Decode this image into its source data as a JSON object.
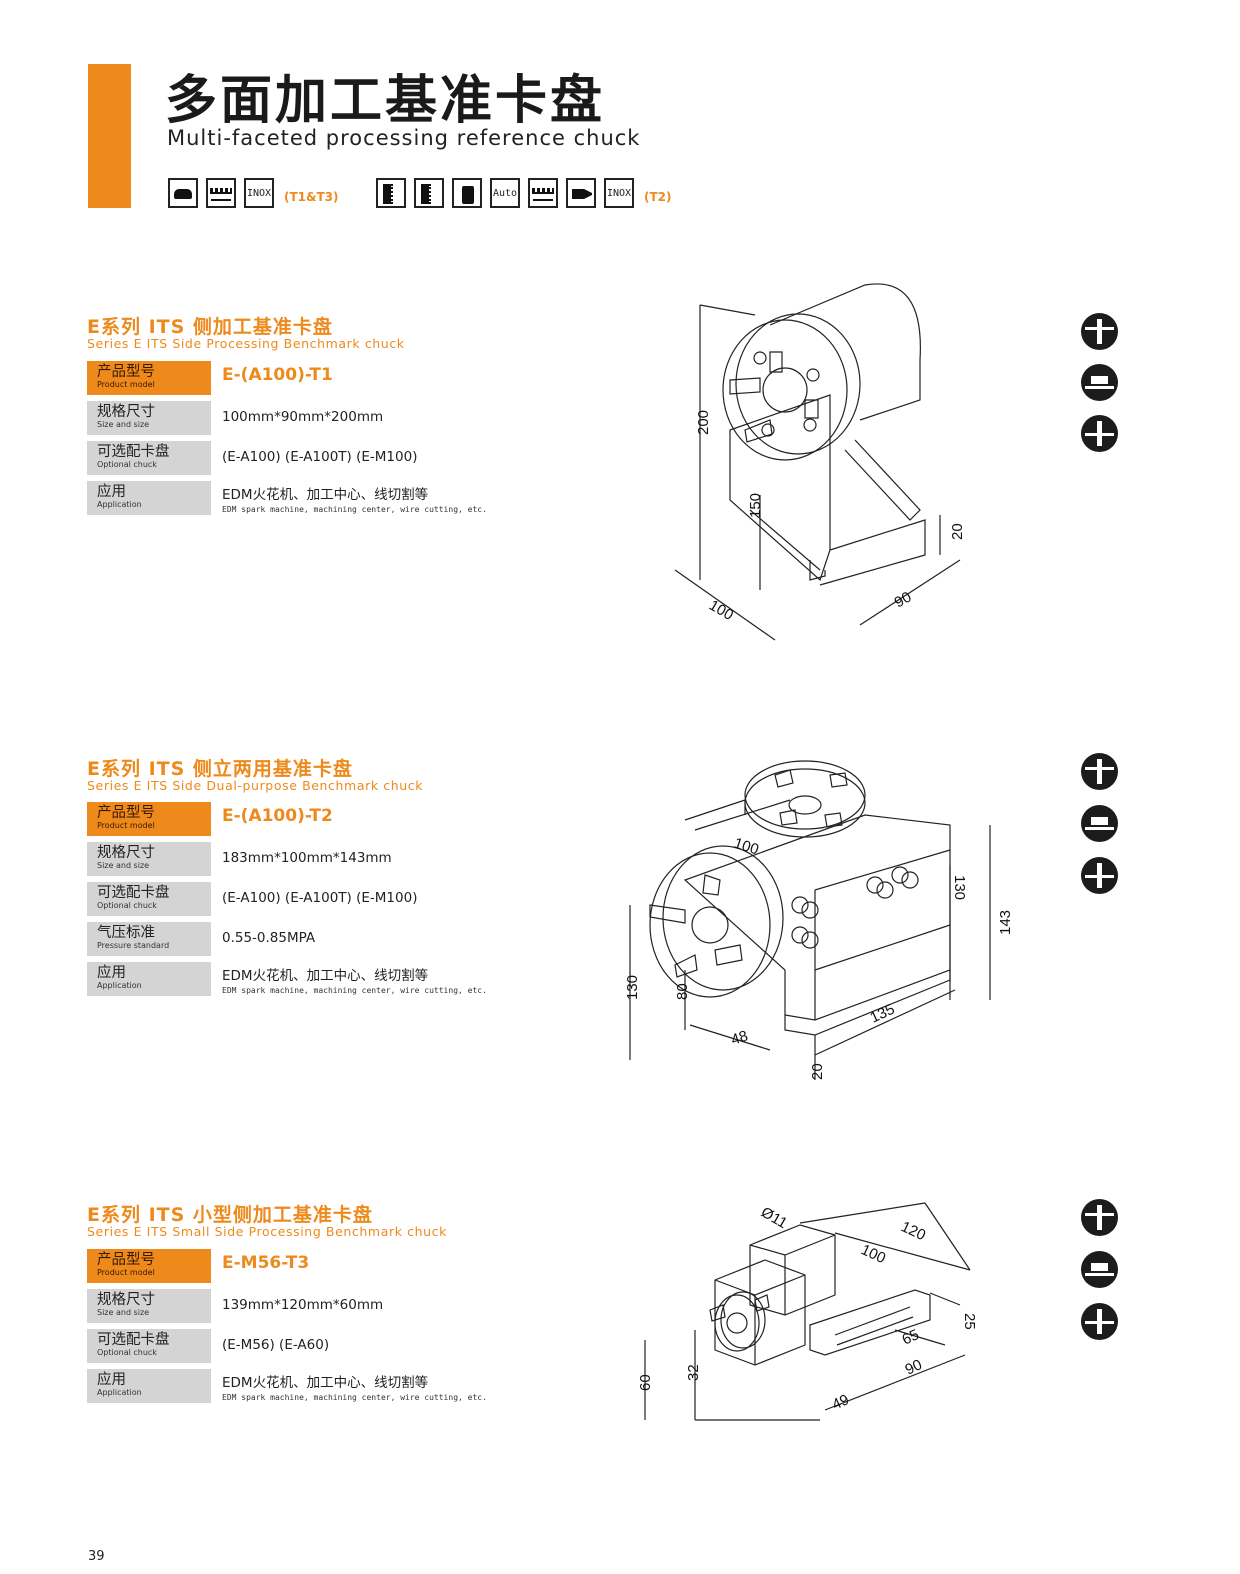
{
  "header": {
    "title_cn": "多面加工基准卡盘",
    "title_en": "Multi-faceted processing reference chuck"
  },
  "features": {
    "group1": [
      {
        "icon": "chuck-icon",
        "text": ""
      },
      {
        "icon": "workpiece-icon",
        "text": ""
      },
      {
        "icon": "inox-icon",
        "text": "INOX"
      }
    ],
    "group1_tag": "(T1&T3)",
    "group2": [
      {
        "icon": "pneumatic-icon",
        "text": ""
      },
      {
        "icon": "pneumatic-plate-icon",
        "text": ""
      },
      {
        "icon": "lock-icon",
        "text": ""
      },
      {
        "icon": "auto-icon",
        "text": "Auto"
      },
      {
        "icon": "workpiece-icon",
        "text": ""
      },
      {
        "icon": "clamp-icon",
        "text": ""
      },
      {
        "icon": "inox-icon",
        "text": "INOX"
      }
    ],
    "group2_tag": "(T2)"
  },
  "sections": [
    {
      "title_cn": "E系列 ITS 侧加工基准卡盘",
      "title_en": "Series E ITS Side Processing Benchmark chuck",
      "rows": [
        {
          "label_cn": "产品型号",
          "label_en": "Product model",
          "value": "E-(A100)-T1"
        },
        {
          "label_cn": "规格尺寸",
          "label_en": "Size and size",
          "value": "100mm*90mm*200mm"
        },
        {
          "label_cn": "可选配卡盘",
          "label_en": "Optional chuck",
          "value": "(E-A100) (E-A100T) (E-M100)"
        },
        {
          "label_cn": "应用",
          "label_en": "Application",
          "value": "EDM火花机、加工中心、线切割等",
          "value_sub": "EDM spark machine, machining center, wire cutting, etc."
        }
      ],
      "dims": {
        "height": "200",
        "base_height": "150",
        "base": "20",
        "length": "100",
        "width": "90"
      }
    },
    {
      "title_cn": "E系列 ITS 侧立两用基准卡盘",
      "title_en": "Series E ITS Side Dual-purpose Benchmark chuck",
      "rows": [
        {
          "label_cn": "产品型号",
          "label_en": "Product model",
          "value": "E-(A100)-T2"
        },
        {
          "label_cn": "规格尺寸",
          "label_en": "Size and size",
          "value": "183mm*100mm*143mm"
        },
        {
          "label_cn": "可选配卡盘",
          "label_en": "Optional chuck",
          "value": "(E-A100) (E-A100T) (E-M100)"
        },
        {
          "label_cn": "气压标准",
          "label_en": "Pressure standard",
          "value": "0.55-0.85MPA"
        },
        {
          "label_cn": "应用",
          "label_en": "Application",
          "value": "EDM火花机、加工中心、线切割等",
          "value_sub": "EDM spark machine, machining center, wire cutting, etc."
        }
      ],
      "dims": {
        "top": "100",
        "h130": "130",
        "h143": "143",
        "left130": "130",
        "d80": "80",
        "d48": "48",
        "d135": "135",
        "d20": "20"
      }
    },
    {
      "title_cn": "E系列 ITS 小型侧加工基准卡盘",
      "title_en": "Series E ITS  Small  Side Processing Benchmark chuck",
      "rows": [
        {
          "label_cn": "产品型号",
          "label_en": "Product model",
          "value": "E-M56-T3"
        },
        {
          "label_cn": "规格尺寸",
          "label_en": "Size and size",
          "value": "139mm*120mm*60mm"
        },
        {
          "label_cn": "可选配卡盘",
          "label_en": "Optional chuck",
          "value": "(E-M56) (E-A60)"
        },
        {
          "label_cn": "应用",
          "label_en": "Application",
          "value": "EDM火花机、加工中心、线切割等",
          "value_sub": "EDM spark machine, machining center, wire cutting, etc."
        }
      ],
      "dims": {
        "phi": "Ø11",
        "d120": "120",
        "d100": "100",
        "d25": "25",
        "d65": "65",
        "d90": "90",
        "d60": "60",
        "d32": "32",
        "d49": "49"
      }
    }
  ],
  "footer": {
    "page_number": "39"
  }
}
